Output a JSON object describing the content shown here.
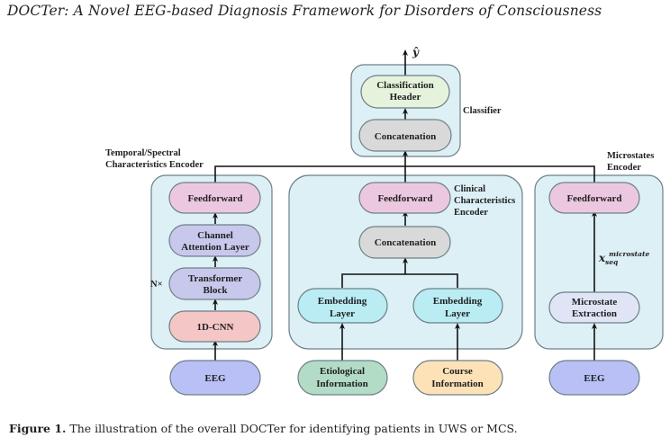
{
  "title": "DOCTer: A Novel EEG-based Diagnosis Framework for Disorders of Consciousness",
  "caption": {
    "label": "Figure 1.",
    "text": "The illustration of the overall DOCTer for identifying patients in UWS or MCS."
  },
  "output_symbol": "ŷ",
  "classifier": {
    "label": "Classifier",
    "nodes": {
      "classification_header": [
        "Classification",
        "Header"
      ],
      "concatenation": "Concatenation"
    }
  },
  "temporal_encoder": {
    "label": [
      "Temporal/Spectral",
      "Characteristics Encoder"
    ],
    "repeat_label": "N×",
    "nodes": {
      "feedforward": "Feedforward",
      "channel_attention": [
        "Channel",
        "Attention Layer"
      ],
      "transformer_block": [
        "Transformer",
        "Block"
      ],
      "cnn": "1D-CNN"
    },
    "input": "EEG"
  },
  "clinical_encoder": {
    "label": [
      "Clinical",
      "Characteristics",
      "Encoder"
    ],
    "nodes": {
      "feedforward": "Feedforward",
      "concatenation": "Concatenation",
      "embedding_left": [
        "Embedding",
        "Layer"
      ],
      "embedding_right": [
        "Embedding",
        "Layer"
      ]
    },
    "inputs": {
      "etiological": [
        "Etiological",
        "Information"
      ],
      "course": [
        "Course",
        "Information"
      ]
    }
  },
  "microstates_encoder": {
    "label": [
      "Microstates",
      "Encoder"
    ],
    "nodes": {
      "feedforward": "Feedforward",
      "microstate_extraction": [
        "Microstate",
        "Extraction"
      ]
    },
    "edge_label": {
      "base": "x",
      "sub": "seq",
      "sup": "microstate"
    },
    "input": "EEG"
  },
  "colors": {
    "encoder_fill": "#dcf0f5",
    "encoder_stroke": "#6d7f86",
    "feedforward": "#ecc8e0",
    "attention": "#c8c8ec",
    "cnn": "#f5c6c6",
    "concatenation": "#d9d9d9",
    "classification_header": "#e6f3dc",
    "embedding": "#b9ecf3",
    "eeg": "#b9c0f6",
    "etiological": "#b3dcc6",
    "course": "#fde2b8",
    "microstate_extraction": "#e0e5f6"
  }
}
